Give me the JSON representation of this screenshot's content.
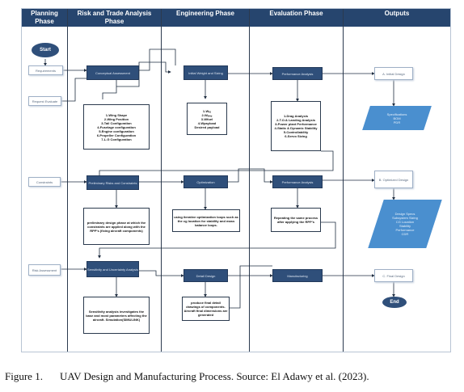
{
  "lanes": [
    {
      "title": "Planning Phase"
    },
    {
      "title": "Risk and Trade Analysis Phase"
    },
    {
      "title": "Engineering Phase"
    },
    {
      "title": "Evaluation Phase"
    },
    {
      "title": "Outputs"
    }
  ],
  "start_label": "Start",
  "end_label": "End",
  "rows": [
    {
      "planning_box": "Requirements",
      "planning_box2": "Request Evaluate",
      "risk_box": "Conceptual Assessment",
      "risk_note": "1-Wing Shape\n2-Wing Position\n3-Tail Configuration\n4-Fuselage configuration\n5-Engine configuration\n6-Propeller Configuration\n7-L.G Configuration",
      "eng_box": "Initial Weight and Sizing",
      "eng_note": "1-Wₜₒ\n2-Wₑₘₚ\n3-Wfuel\n4-Wpayload\nDesired payload",
      "eval_box": "Performance Analysis",
      "eval_note": "1-Drag Analysis\n2-T.O.& Landing Analysis\n3-Power plant Performance\n4-Static & Dynamic Stability\n5-Controllability\n6-Servo Sizing",
      "out_box": "A. Initial Design",
      "out_para": "Specifications\nBOM\nPDR"
    },
    {
      "planning_box": "Constraints",
      "risk_box": "Preliminary Risks and Constraints",
      "risk_note": "preliminary design phase at which the constraints are applied along with the RPP's (fixing aircraft components)",
      "eng_box": "Optimization",
      "eng_note": "using iterative optimization loops such as the cg location for stability and mass balance loops.",
      "eval_box": "Performance Analysis",
      "eval_note": "Repeating the same process after applying the RPP's",
      "out_box": "B. Optimized Design",
      "out_para": "Design Specs\nSubsystem Sizing\nCG Location\nStability\nPerformance\nCDR"
    },
    {
      "planning_box": "Risk Assessment",
      "risk_box": "Sensitivity and Uncertainty Analysis",
      "risk_note": "Sensitivity analysis investigates the base and most parameters affecting the aircraft. Simulation(SIMULINK)",
      "eng_box": "Detail Design",
      "eng_note": "produce final detail drawings of components. Aircraft final dimensions are generated",
      "eval_box": "Manufacturing",
      "out_box": "C. Final Design"
    }
  ],
  "caption_number": "Figure 1.",
  "caption_text": "UAV Design and Manufacturing Process. Source: El Adawy et al. (2023)."
}
